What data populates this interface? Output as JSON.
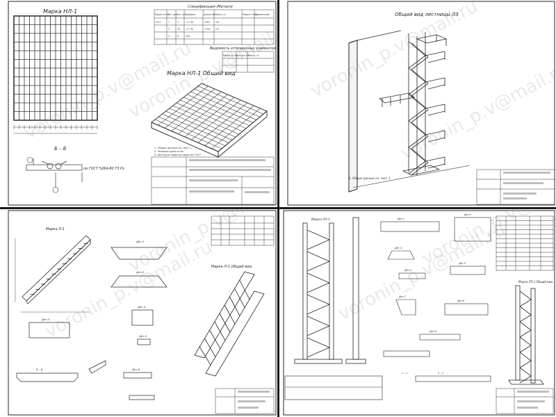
{
  "watermark": "voronin_p.v@mail.ru",
  "panel1": {
    "plan_title": "Марка НЛ-1",
    "iso_title": "Марка НЛ-1  Общий вид",
    "section_label": "Б – Б",
    "gost_note": "по ГОСТ 5264-80 Т3 Рз",
    "spec_title": "Спецификация (Металл)",
    "spec_headers": [
      "Марка эл-та",
      "Поз. дет.",
      "Кол. шт.",
      "Профиль",
      "Длина мм",
      "Масса, кг",
      "Марка стали",
      "Примечание"
    ],
    "spec_rows": [
      [
        "НЛ-1",
        "1",
        "2",
        "–4 * 30",
        "1393",
        "4,6",
        "",
        ""
      ],
      [
        "",
        "2",
        "16",
        "–4 * 30",
        "1143",
        "5,8",
        "",
        ""
      ],
      [
        "",
        "3",
        "8",
        "⌀16",
        "",
        "",
        "",
        ""
      ]
    ],
    "vedom_title": "Ведомость отправочных элементов",
    "vedom_headers": [
      "Марка эл-та",
      "Кол-во шт.",
      "Масса, кг"
    ],
    "notes": [
      "1. Общие данные см. лист 1",
      "2. Размеры даны в мм",
      "3. Контроль сварных швов по ГОСТ"
    ],
    "marks": [
      "60",
      "41",
      "Б",
      "Б",
      "30"
    ]
  },
  "panel2": {
    "title": "Общий вид лестницы ЛЗ",
    "note": "1. Общие данные см. лист 1"
  },
  "panel3": {
    "main_title": "Марка Л-1",
    "iso_title": "Марка Л-1  Общий вид",
    "detail_labels": [
      "Дет.1",
      "Дет.2",
      "Дет.3",
      "Дет.4",
      "Дет.5",
      "Дет.6",
      "Б – Б"
    ]
  },
  "panel4": {
    "main_title": "Марка ЛЗ-1",
    "iso_title": "Марка ЛЗ-1  Общий вид",
    "detail_labels": [
      "Дет.1",
      "Дет.2",
      "Дет.3",
      "Дет.4",
      "Дет.5",
      "Дет.6",
      "Дет.7",
      "Дет.8",
      "1 – 1",
      "2 – 2"
    ]
  }
}
